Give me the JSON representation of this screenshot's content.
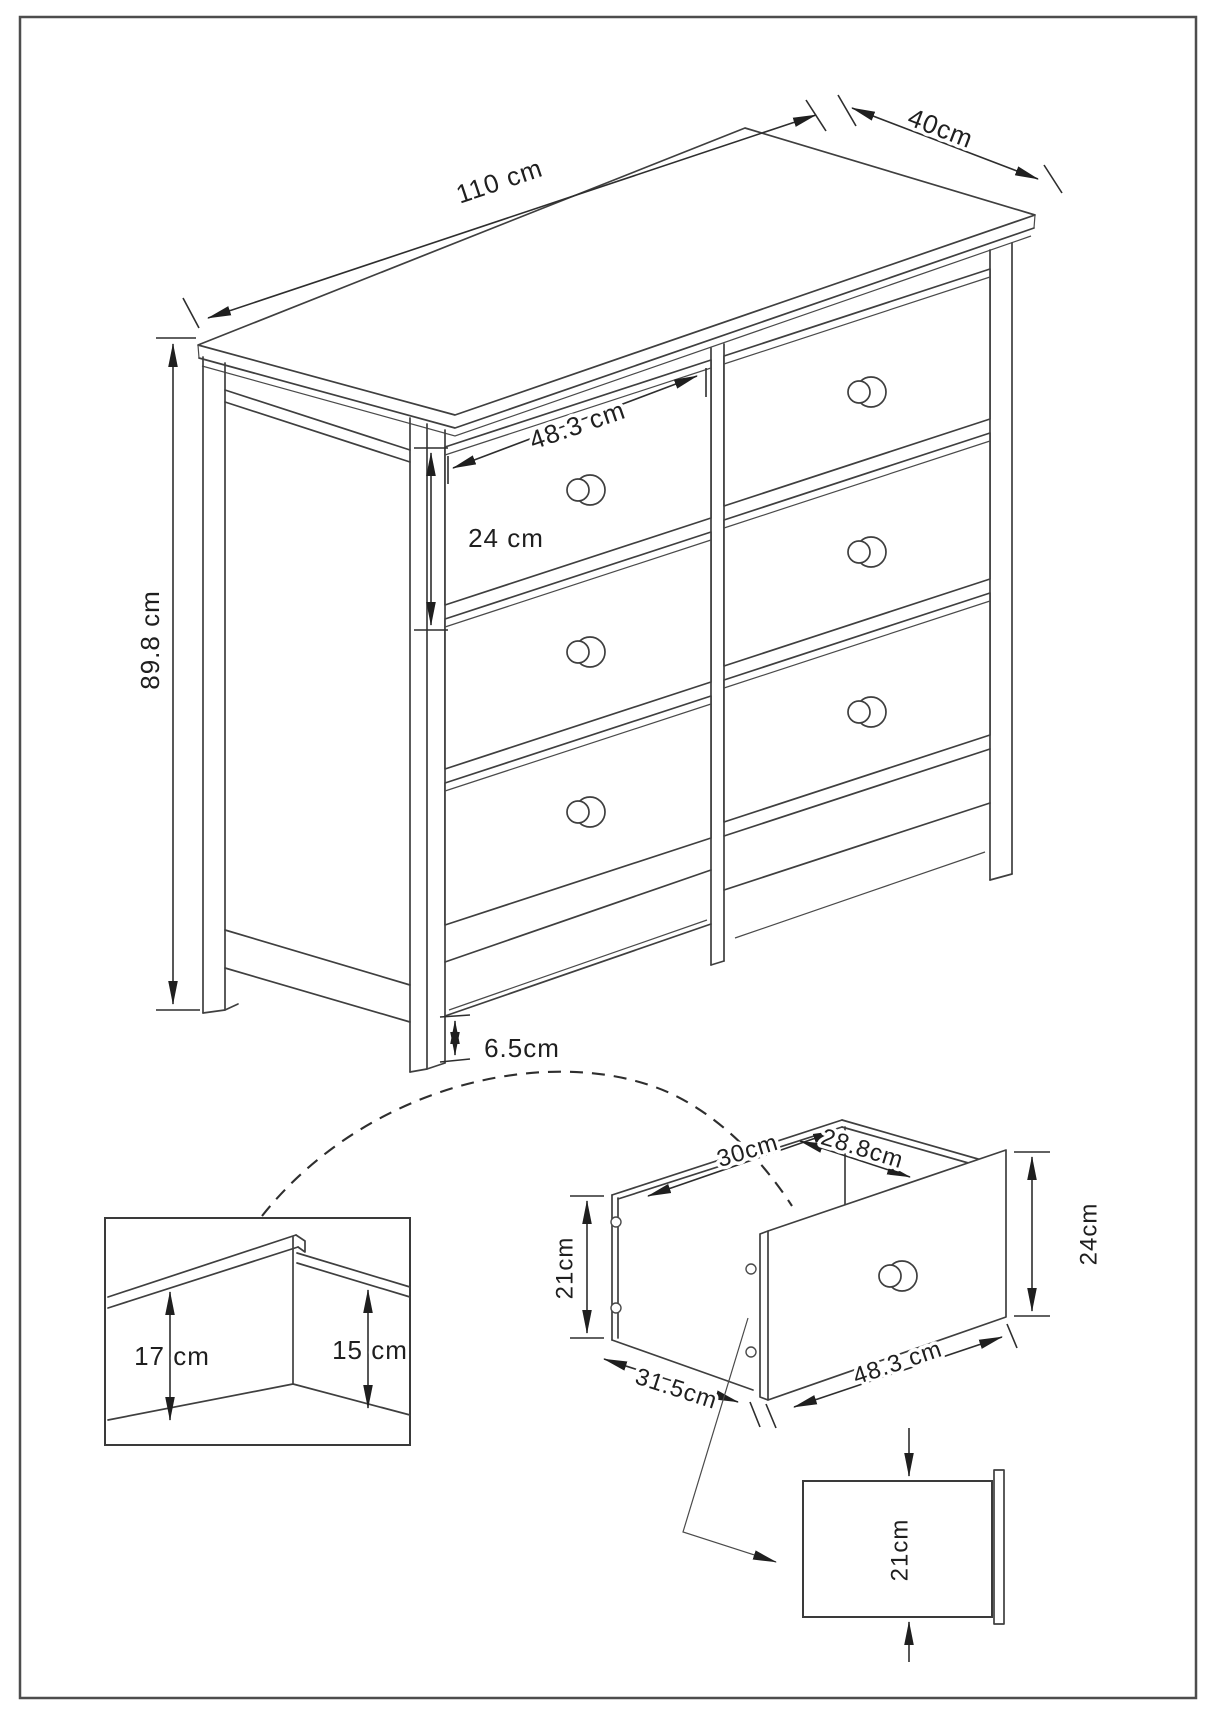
{
  "drawing": {
    "title": "six-drawer-chest-dimension-diagram",
    "colors": {
      "background": "#ffffff",
      "line": "#3f3f3f",
      "arrow": "#1f1f1f",
      "text": "#1f1f1f",
      "border": "#4d4d4d"
    },
    "main_view": {
      "description": "isometric chest of six drawers with dimension arrows",
      "labels": {
        "top_width": "110 cm",
        "top_depth": "40cm",
        "overall_height": "89.8 cm",
        "drawer_front_width": "48.3 cm",
        "drawer_front_height": "24 cm",
        "plinth_height": "6.5cm"
      }
    },
    "rail_detail": {
      "description": "inside corner view of drawer runner rails",
      "labels": {
        "left_rail_height": "17 cm",
        "right_rail_height": "15 cm"
      }
    },
    "drawer_detail": {
      "description": "open drawer box with internal dimensions",
      "labels": {
        "inner_width": "30cm",
        "inner_clear_width": "28.8cm",
        "side_height": "21cm",
        "front_height": "24cm",
        "side_depth": "31.5cm",
        "front_width": "48.3 cm"
      }
    },
    "side_panel_detail": {
      "description": "drawer side panel elevation",
      "labels": {
        "panel_height": "21cm"
      }
    }
  }
}
